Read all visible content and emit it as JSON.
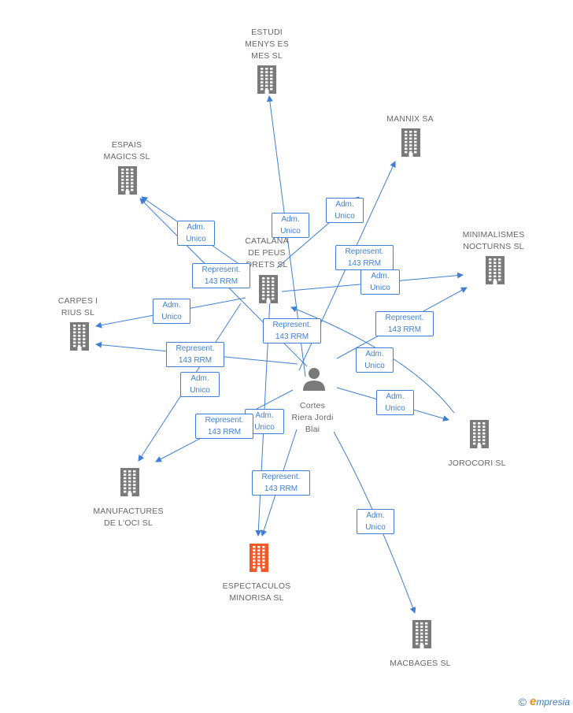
{
  "diagram": {
    "center": {
      "id": "person",
      "label": "Cortes\nRiera Jordi\nBlai",
      "icon": "person-icon"
    },
    "nodes": [
      {
        "id": "estudi",
        "label": "ESTUDI\nMENYS ES\nMES SL",
        "icon": "building-icon"
      },
      {
        "id": "mannix",
        "label": "MANNIX SA",
        "icon": "building-icon"
      },
      {
        "id": "espais",
        "label": "ESPAIS\nMAGICS SL",
        "icon": "building-icon"
      },
      {
        "id": "catalana",
        "label": "CATALANA\nDE PEUS\nDRETS SL",
        "icon": "building-icon"
      },
      {
        "id": "minimalismes",
        "label": "MINIMALISMES\nNOCTURNS SL",
        "icon": "building-icon"
      },
      {
        "id": "carpes",
        "label": "CARPES I\nRIUS SL",
        "icon": "building-icon"
      },
      {
        "id": "jorocori",
        "label": "JOROCORI SL",
        "icon": "building-icon"
      },
      {
        "id": "manufactures",
        "label": "MANUFACTURES\nDE L'OCI SL",
        "icon": "building-icon"
      },
      {
        "id": "espectaculos",
        "label": "ESPECTACULOS\nMINORISA SL",
        "icon": "building-icon",
        "highlight": true
      },
      {
        "id": "macbages",
        "label": "MACBAGES SL",
        "icon": "building-icon"
      }
    ],
    "edge_labels": [
      "Adm.\nUnico",
      "Adm.\nUnico",
      "Adm.\nUnico",
      "Represent.\n143 RRM",
      "Represent.\n143 RRM",
      "Adm.\nUnico",
      "Adm.\nUnico",
      "Represent.\n143 RRM",
      "Represent.\n143 RRM",
      "Represent.\n143 RRM",
      "Adm.\nUnico",
      "Adm.\nUnico",
      "Adm.\nUnico",
      "Adm.\nUnico",
      "Represent.\n143 RRM",
      "Adm.\nUnico",
      "Represent.\n143 RRM",
      "Adm.\nUnico"
    ],
    "colors": {
      "edge": "#3f7fd3",
      "building": "#7a7a7a",
      "highlight": "#f05a28",
      "label": "#666666"
    }
  },
  "footer": {
    "copyright_symbol": "©",
    "brand": "mpresia",
    "brand_initial": "e"
  }
}
